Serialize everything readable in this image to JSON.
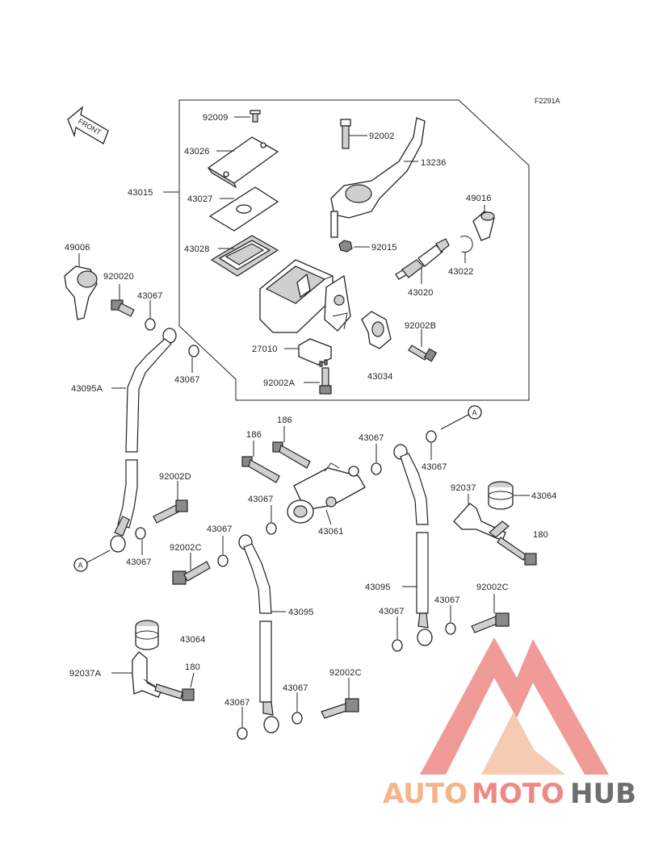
{
  "diagram": {
    "code": "F2291A",
    "front_label": "FRONT",
    "marker_letter": "A"
  },
  "labels": {
    "p92009": "92009",
    "p43026": "43026",
    "p43015": "43015",
    "p43027": "43027",
    "p43028": "43028",
    "p92002": "92002",
    "p13236": "13236",
    "p49016": "49016",
    "p92015": "92015",
    "p43022": "43022",
    "p43020": "43020",
    "p92002B": "92002B",
    "p27010": "27010",
    "p92002A": "92002A",
    "p43034": "43034",
    "p49006": "49006",
    "p920020": "920020",
    "p43067_a": "43067",
    "p43067_b": "43067",
    "p43095A": "43095A",
    "p92002D": "92002D",
    "p43067_c": "43067",
    "p186_a": "186",
    "p186_b": "186",
    "p43067_d": "43067",
    "p43067_e": "43067",
    "p43061": "43061",
    "p43067_f": "43067",
    "p92037": "92037",
    "p43064_a": "43064",
    "p180_a": "180",
    "p43067_g": "43067",
    "p92002C_a": "92002C",
    "p43095_a": "43095",
    "p43095_b": "43095",
    "p92002C_b": "92002C",
    "p43067_h": "43067",
    "p43067_i": "43067",
    "p43064_b": "43064",
    "p92037A": "92037A",
    "p180_b": "180",
    "p92002C_c": "92002C",
    "p43067_j": "43067",
    "p43067_k": "43067"
  },
  "watermark": {
    "part1": "AUTO",
    "part2": "MOTO",
    "part3": "HUB",
    "color_light": "#f5b48a",
    "color_red": "#ee8a86",
    "color_dark": "#6e6e6e"
  }
}
